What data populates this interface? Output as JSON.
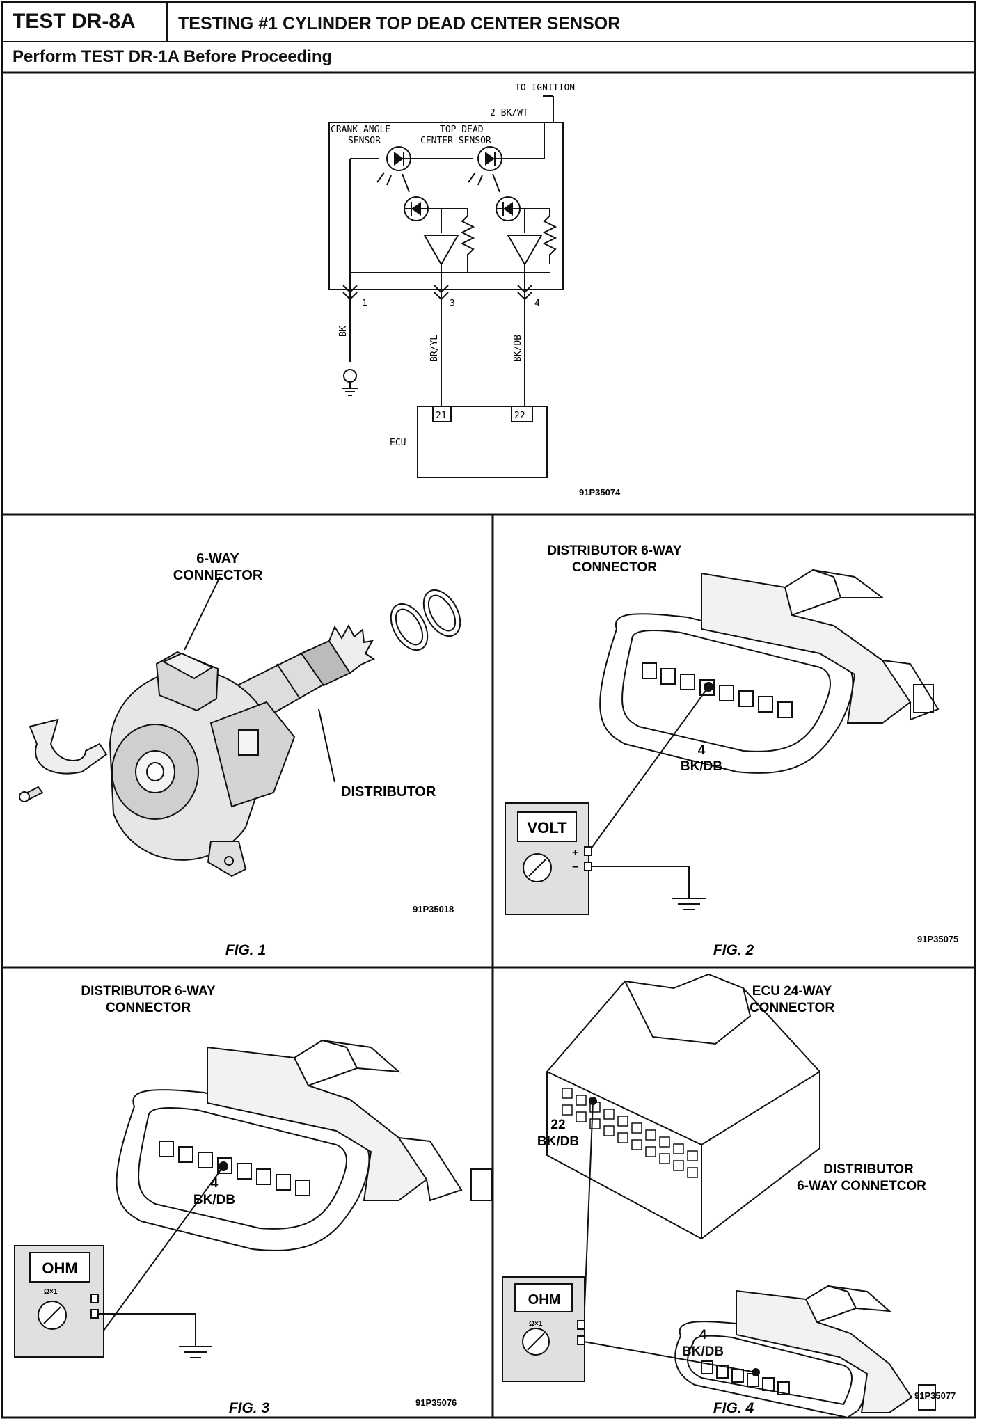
{
  "header": {
    "test_id": "TEST DR-8A",
    "title": "TESTING #1 CYLINDER TOP DEAD CENTER SENSOR",
    "subtitle": "Perform TEST DR-1A Before Proceeding"
  },
  "schematic": {
    "to_ignition": "TO IGNITION",
    "wire_top": "2 BK/WT",
    "crank_label_1": "CRANK ANGLE",
    "crank_label_2": "SENSOR",
    "tdc_label_1": "TOP DEAD",
    "tdc_label_2": "CENTER SENSOR",
    "pin_1": "1",
    "pin_3": "3",
    "pin_4": "4",
    "wire_bk": "BK",
    "wire_bryl": "BR/YL",
    "wire_bkdb": "BK/DB",
    "ecu_pin_21": "21",
    "ecu_pin_22": "22",
    "ecu_label": "ECU",
    "code": "91P35074"
  },
  "fig1": {
    "connector_label_1": "6-WAY",
    "connector_label_2": "CONNECTOR",
    "distributor_label": "DISTRIBUTOR",
    "code": "91P35018",
    "caption": "FIG. 1"
  },
  "fig2": {
    "label_1": "DISTRIBUTOR 6-WAY",
    "label_2": "CONNECTOR",
    "pin": "4",
    "wire": "BK/DB",
    "meter": "VOLT",
    "plus": "+",
    "minus": "−",
    "code": "91P35075",
    "caption": "FIG. 2"
  },
  "fig3": {
    "label_1": "DISTRIBUTOR 6-WAY",
    "label_2": "CONNECTOR",
    "pin": "4",
    "wire": "BK/DB",
    "meter": "OHM",
    "range": "Ω×1",
    "code": "91P35076",
    "caption": "FIG. 3"
  },
  "fig4": {
    "ecu_label_1": "ECU 24-WAY",
    "ecu_label_2": "CONNECTOR",
    "dist_label_1": "DISTRIBUTOR",
    "dist_label_2": "6-WAY CONNETCOR",
    "ecu_pin": "22",
    "ecu_wire": "BK/DB",
    "dist_pin": "4",
    "dist_wire": "BK/DB",
    "meter": "OHM",
    "range": "Ω×1",
    "code": "91P35077",
    "caption": "FIG. 4"
  }
}
